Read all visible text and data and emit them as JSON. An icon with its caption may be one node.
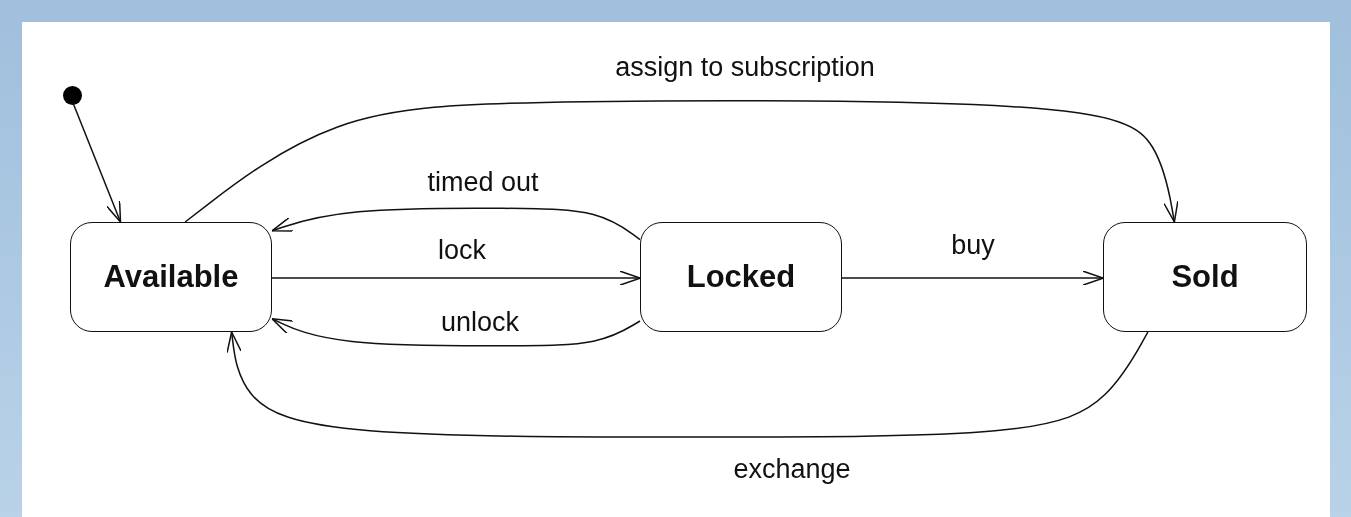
{
  "diagram": {
    "nodes": [
      {
        "text": [],
        "shape": "circle"
      },
      {
        "text": [
          "Available"
        ]
      },
      {
        "text": [
          "Locked"
        ]
      },
      {
        "text": [
          "Sold"
        ]
      }
    ],
    "edges": [
      {
        "from": 0,
        "to": 1,
        "arrow": "to"
      },
      {
        "from": 1,
        "to": 3,
        "arrow": "to",
        "label": "assign to subscription"
      },
      {
        "from": 2,
        "to": 1,
        "arrow": "to",
        "label": "timed out"
      },
      {
        "from": 1,
        "to": 2,
        "arrow": "to",
        "label": "lock"
      },
      {
        "from": 2,
        "to": 1,
        "arrow": "to",
        "label": "unlock"
      },
      {
        "from": 2,
        "to": 3,
        "arrow": "to",
        "label": "buy"
      },
      {
        "from": 3,
        "to": 1,
        "arrow": "to",
        "label": "exchange"
      }
    ]
  }
}
